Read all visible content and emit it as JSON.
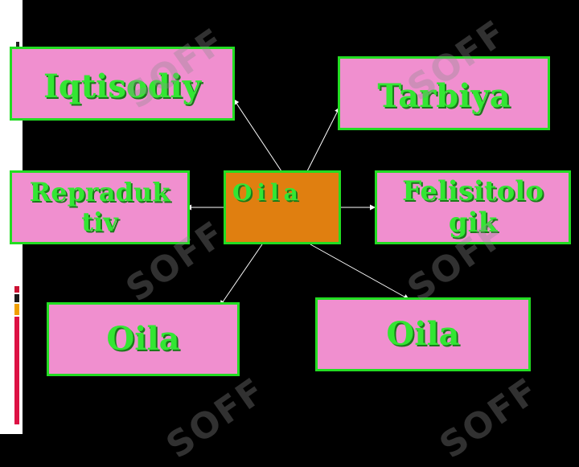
{
  "diagram": {
    "center": {
      "label": "Oila"
    },
    "nodes": [
      {
        "id": "iqtisodiy",
        "label": "Iqtisodiy"
      },
      {
        "id": "tarbiya",
        "label": "Tarbiya"
      },
      {
        "id": "repraduktiv",
        "label": "Repraduk\ntiv"
      },
      {
        "id": "felisitologik",
        "label": "Felisitolo\ngik"
      },
      {
        "id": "oila-left",
        "label": "Oila"
      },
      {
        "id": "oila-right",
        "label": "Oila"
      }
    ],
    "edges": [
      {
        "from": "center",
        "to": "iqtisodiy"
      },
      {
        "from": "center",
        "to": "tarbiya"
      },
      {
        "from": "center",
        "to": "repraduktiv"
      },
      {
        "from": "center",
        "to": "felisitologik"
      },
      {
        "from": "center",
        "to": "oila-left"
      },
      {
        "from": "center",
        "to": "oila-right"
      }
    ]
  },
  "watermark": {
    "text": "SOFF"
  },
  "colors": {
    "background": "#000000",
    "box_fill": "#f08fcf",
    "box_border": "#22dd22",
    "text": "#33e633",
    "center_fill": "#e07f10"
  }
}
